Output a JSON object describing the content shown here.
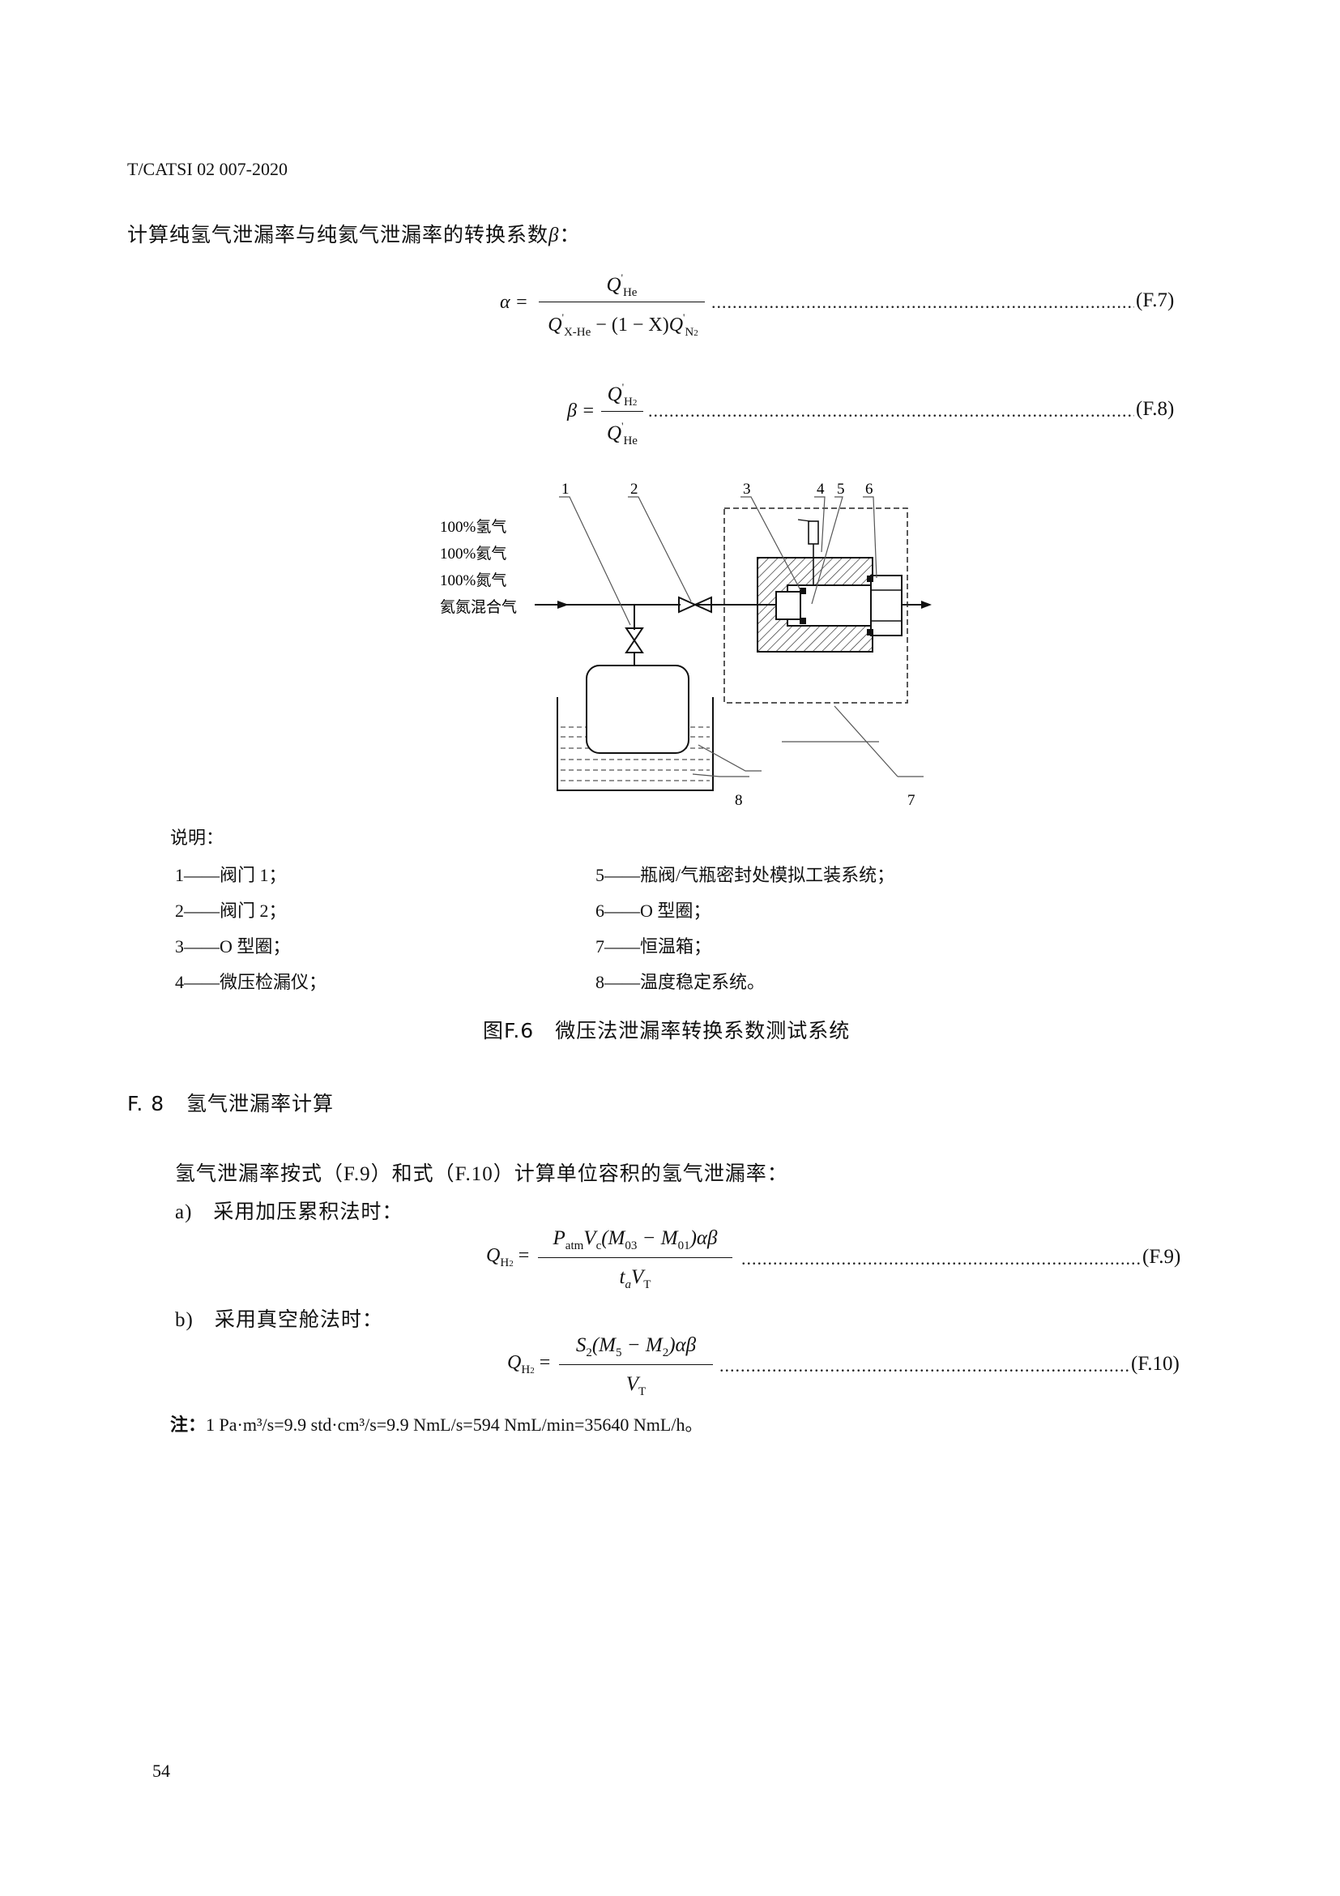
{
  "header": {
    "doc_code": "T/CATSI 02 007-2020"
  },
  "intro": {
    "text": "计算纯氢气泄漏率与纯氦气泄漏率的转换系数",
    "symbol": "β",
    "suffix": "："
  },
  "equations": {
    "f7": {
      "lhs": "α =",
      "num_sym": "Q",
      "num_sub": "He",
      "den_sym1": "Q",
      "den_sub1": "X-He",
      "den_mid": "− (1 − X)",
      "den_sym2": "Q",
      "den_sub2": "N",
      "den_sub2b": "2",
      "prime": "'",
      "number": "(F.7)"
    },
    "f8": {
      "lhs": "β =",
      "num_sym": "Q",
      "num_sub": "H",
      "num_sub2": "2",
      "den_sym": "Q",
      "den_sub": "He",
      "prime": "'",
      "number": "(F.8)"
    },
    "f9": {
      "lhs_sym": "Q",
      "lhs_sub": "H",
      "lhs_sub2": "2",
      "eq": "=",
      "num": "P",
      "num_p_sub": "atm",
      "num_v": "V",
      "num_v_sub": "c",
      "num_rest1": "(M",
      "num_m1_sub": "03",
      "num_minus": " − M",
      "num_m2_sub": "01",
      "num_rest2": ")αβ",
      "den_t": "t",
      "den_t_sub": "a",
      "den_v": "V",
      "den_v_sub": "T",
      "number": "(F.9)"
    },
    "f10": {
      "lhs_sym": "Q",
      "lhs_sub": "H",
      "lhs_sub2": "2",
      "eq": "=",
      "num_s": "S",
      "num_s_sub": "2",
      "num_rest1": "(M",
      "num_m1_sub": "5",
      "num_minus": " − M",
      "num_m2_sub": "2",
      "num_rest2": ")αβ",
      "den_v": "V",
      "den_v_sub": "T",
      "number": "(F.10)"
    }
  },
  "diagram": {
    "gas_labels": [
      "100%氢气",
      "100%氦气",
      "100%氮气",
      "氦氮混合气"
    ],
    "callouts": [
      "1",
      "2",
      "3",
      "4",
      "5",
      "6",
      "7",
      "8"
    ]
  },
  "legend": {
    "title": "说明：",
    "left": [
      "1——阀门 1；",
      "2——阀门 2；",
      "3——O 型圈；",
      "4——微压检漏仪；"
    ],
    "right": [
      "5——瓶阀/气瓶密封处模拟工装系统；",
      "6——O 型圈；",
      "7——恒温箱；",
      "8——温度稳定系统。"
    ]
  },
  "caption": "图F.6　微压法泄漏率转换系数测试系统",
  "section": {
    "number": "F. 8",
    "title": "氢气泄漏率计算"
  },
  "body": {
    "p1": "氢气泄漏率按式（F.9）和式（F.10）计算单位容积的氢气泄漏率：",
    "item_a": "a)　采用加压累积法时：",
    "item_b": "b)　采用真空舱法时："
  },
  "note": {
    "label": "注：",
    "text": "1 Pa·m³/s=9.9 std·cm³/s=9.9 NmL/s=594 NmL/min=35640 NmL/h。"
  },
  "page_number": "54"
}
